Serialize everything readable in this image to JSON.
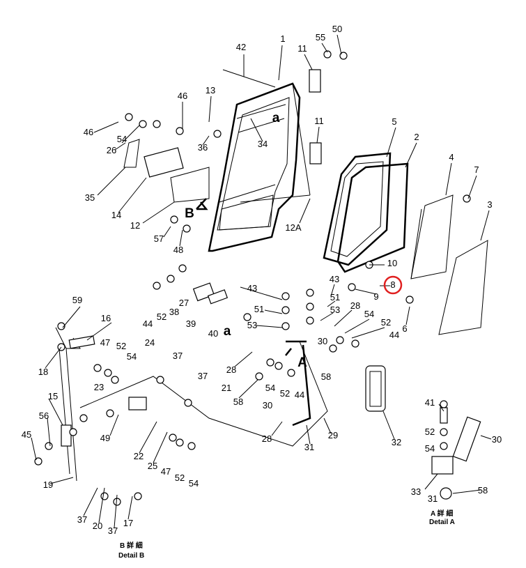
{
  "diagram": {
    "labels": [
      "42",
      "1",
      "11",
      "55",
      "50",
      "46",
      "13",
      "46",
      "54",
      "26",
      "36",
      "34",
      "a",
      "11",
      "5",
      "2",
      "4",
      "7",
      "3",
      "35",
      "14",
      "12",
      "B",
      "12A",
      "57",
      "48",
      "10",
      "8",
      "9",
      "6",
      "59",
      "16",
      "44",
      "52",
      "38",
      "27",
      "39",
      "43",
      "43",
      "51",
      "51",
      "53",
      "53",
      "28",
      "54",
      "52",
      "44",
      "40",
      "a",
      "30",
      "18",
      "47",
      "52",
      "54",
      "24",
      "37",
      "28",
      "A",
      "58",
      "23",
      "37",
      "21",
      "54",
      "52",
      "44",
      "58",
      "15",
      "56",
      "45",
      "49",
      "30",
      "29",
      "28",
      "31",
      "32",
      "41",
      "52",
      "54",
      "30",
      "22",
      "25",
      "47",
      "52",
      "54",
      "19",
      "33",
      "31",
      "58",
      "37",
      "20",
      "37",
      "17"
    ],
    "highlighted_label": "8",
    "highlight_color": "#e02020",
    "detail_a": {
      "title": "A 詳 細",
      "subtitle": "Detail A"
    },
    "detail_b": {
      "title": "B 詳 細",
      "subtitle": "Detail B"
    }
  }
}
